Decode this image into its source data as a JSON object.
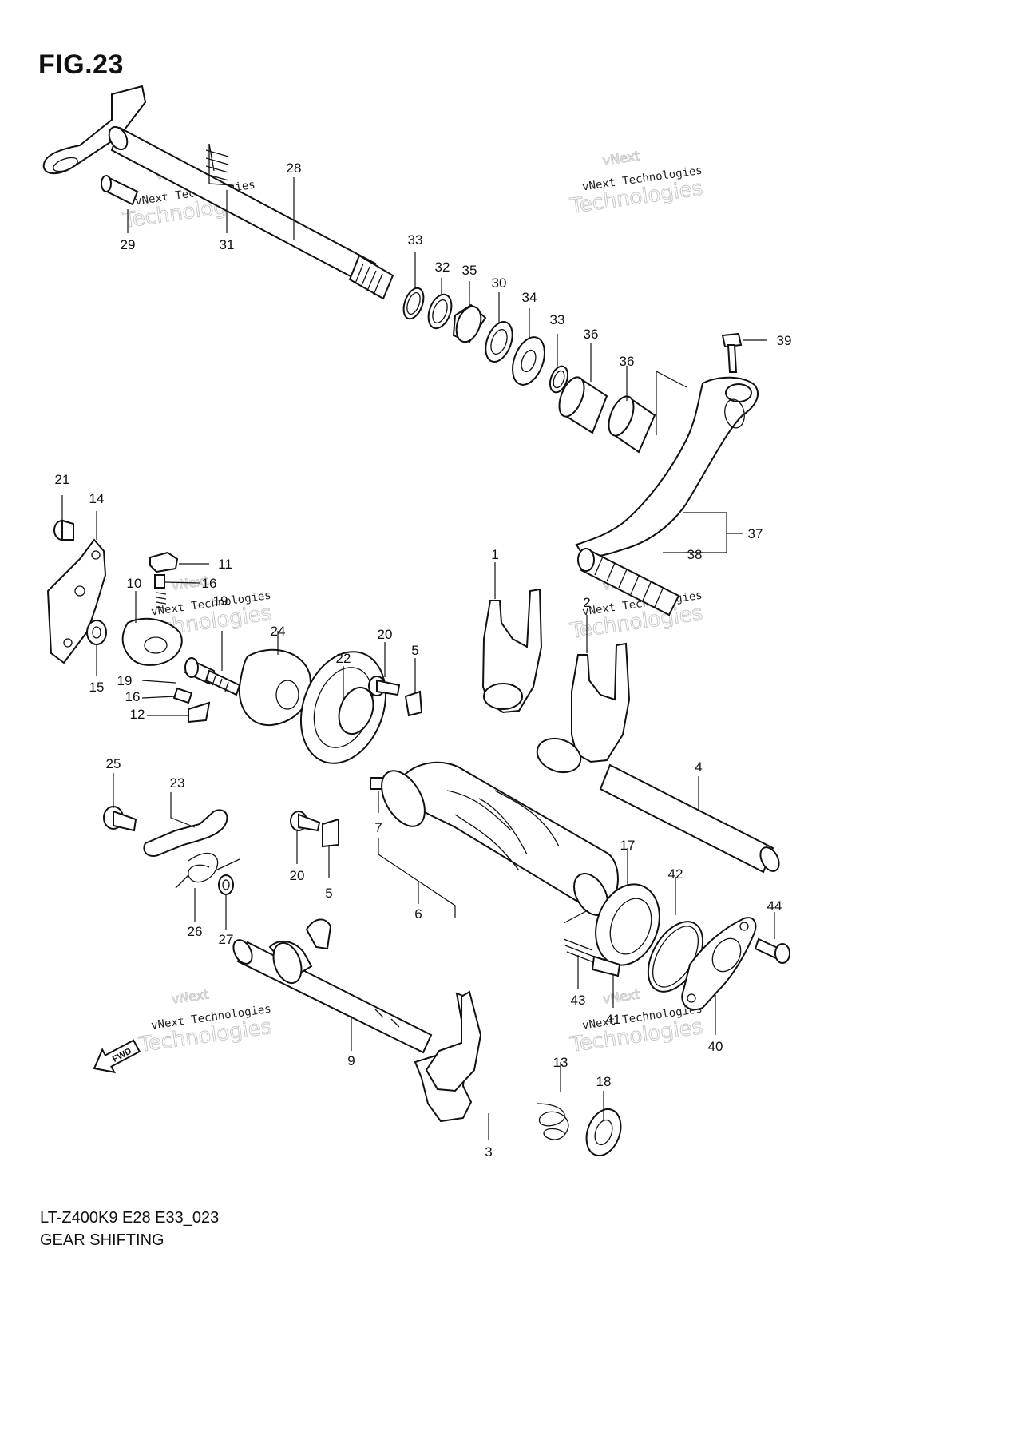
{
  "figure": {
    "title": "FIG.23",
    "code": "LT-Z400K9 E28 E33_023",
    "name": "GEAR SHIFTING"
  },
  "watermark": {
    "line1": "vNext Technologies",
    "big": "Technologies",
    "small": "vNext"
  },
  "fwd_label": "FWD",
  "parts": [
    "1",
    "2",
    "3",
    "4",
    "5",
    "5",
    "6",
    "7",
    "9",
    "10",
    "11",
    "12",
    "13",
    "14",
    "15",
    "16",
    "16",
    "17",
    "18",
    "19",
    "19",
    "20",
    "20",
    "21",
    "22",
    "23",
    "24",
    "25",
    "26",
    "27",
    "28",
    "29",
    "30",
    "31",
    "32",
    "33",
    "33",
    "34",
    "35",
    "36",
    "36",
    "37",
    "38",
    "39",
    "40",
    "41",
    "42",
    "43",
    "44"
  ]
}
